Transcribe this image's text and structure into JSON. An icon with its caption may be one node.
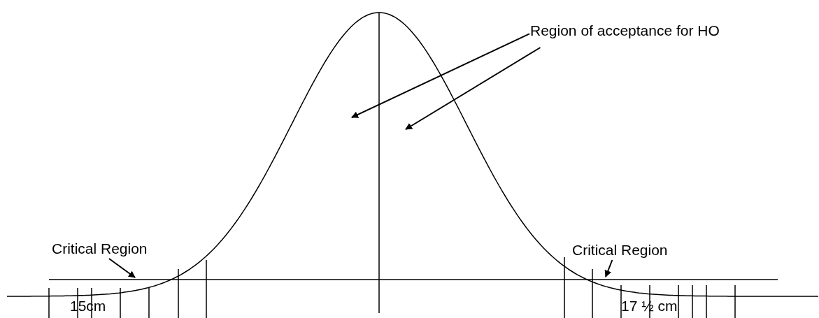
{
  "diagram": {
    "nodes": [
      {
        "text": [
          "Region of acceptance for HO"
        ]
      },
      {
        "text": [
          "Critical Region"
        ]
      },
      {
        "text": [
          "Critical Region"
        ]
      }
    ],
    "edges": [
      {
        "from": 0,
        "to": null,
        "arrow": "to"
      },
      {
        "from": 0,
        "to": null,
        "arrow": "to"
      },
      {
        "from": 1,
        "to": null,
        "arrow": "to"
      },
      {
        "from": 2,
        "to": null,
        "arrow": "to"
      }
    ],
    "labels": [
      "15cm",
      "17 ½ cm"
    ]
  }
}
